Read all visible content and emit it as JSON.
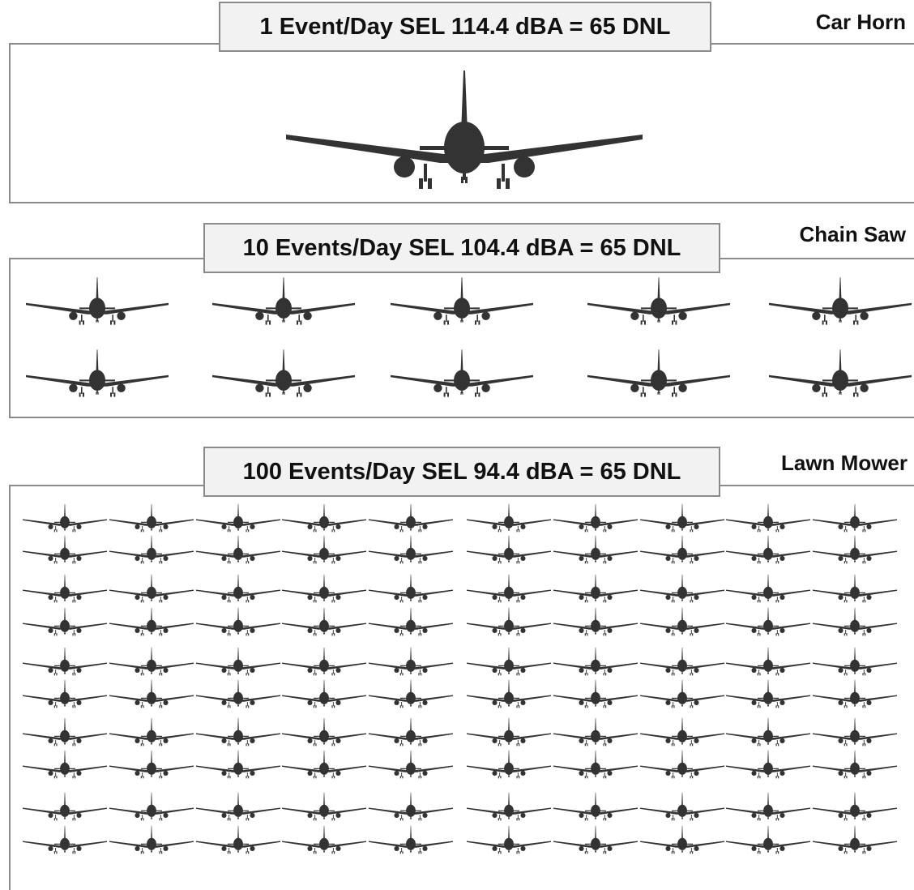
{
  "scenarios": [
    {
      "caption": "1 Event/Day SEL 114.4 dBA = 65 DNL",
      "source": "Car Horn",
      "events_per_day": 1
    },
    {
      "caption": "10 Events/Day SEL 104.4 dBA = 65 DNL",
      "source": "Chain Saw",
      "events_per_day": 10
    },
    {
      "caption": "100 Events/Day SEL 94.4 dBA = 65 DNL",
      "source": "Lawn Mower",
      "events_per_day": 100
    }
  ],
  "icon": "airplane-front-icon",
  "colors": {
    "airplane": "#333333",
    "border": "#8a8a8a",
    "caption_bg": "#f2f2f2"
  }
}
